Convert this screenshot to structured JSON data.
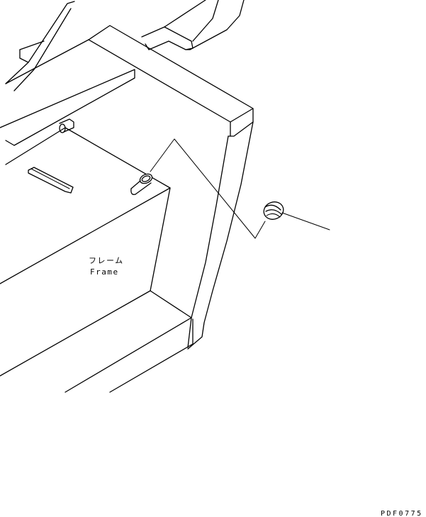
{
  "labels": {
    "frame_ja": "フレーム",
    "frame_en": "Frame"
  },
  "drawing_code": "PDF0775"
}
